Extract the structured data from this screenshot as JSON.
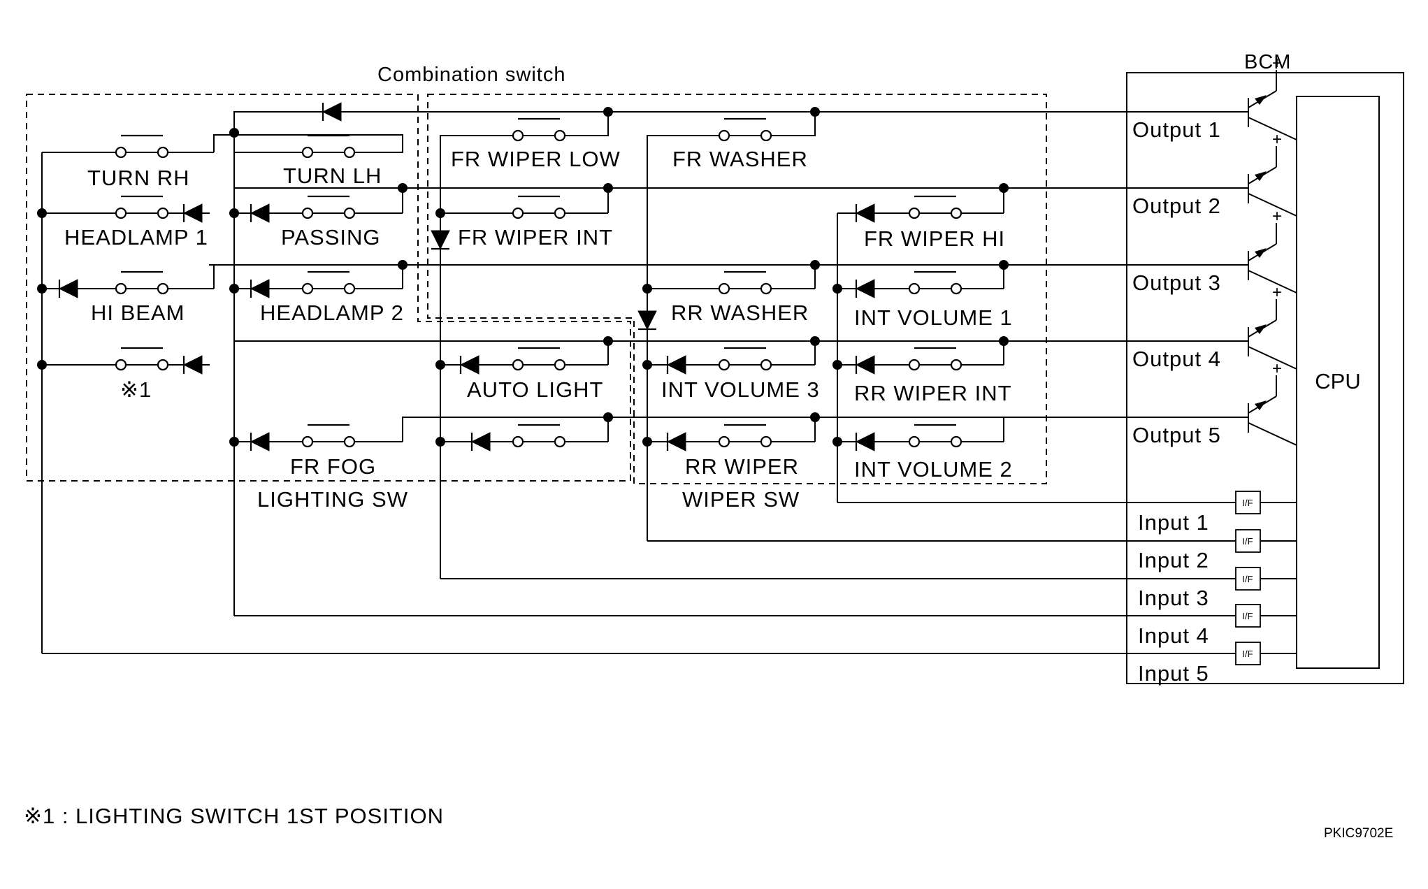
{
  "labels": {
    "combination_switch": "Combination switch",
    "bcm": "BCM",
    "cpu": "CPU",
    "lighting_sw": "LIGHTING SW",
    "wiper_sw": "WIPER SW",
    "if_label": "I/F",
    "footnote": "※1 : LIGHTING SWITCH 1ST POSITION",
    "code": "PKIC9702E"
  },
  "switches": {
    "turn_rh": "TURN RH",
    "turn_lh": "TURN LH",
    "headlamp1": "HEADLAMP 1",
    "passing": "PASSING",
    "hi_beam": "HI BEAM",
    "headlamp2": "HEADLAMP 2",
    "note1": "※1",
    "fr_fog": "FR FOG",
    "fr_wiper_low": "FR WIPER LOW",
    "fr_wiper_int": "FR WIPER INT",
    "auto_light": "AUTO LIGHT",
    "fr_washer": "FR WASHER",
    "rr_washer": "RR WASHER",
    "int_volume3": "INT VOLUME 3",
    "rr_wiper": "RR WIPER",
    "fr_wiper_hi": "FR WIPER HI",
    "int_volume1": "INT VOLUME 1",
    "rr_wiper_int": "RR WIPER INT",
    "int_volume2": "INT VOLUME 2"
  },
  "outputs": [
    "Output 1",
    "Output 2",
    "Output 3",
    "Output 4",
    "Output 5"
  ],
  "inputs": [
    "Input 1",
    "Input 2",
    "Input 3",
    "Input 4",
    "Input 5"
  ],
  "transistor_sign": "+"
}
